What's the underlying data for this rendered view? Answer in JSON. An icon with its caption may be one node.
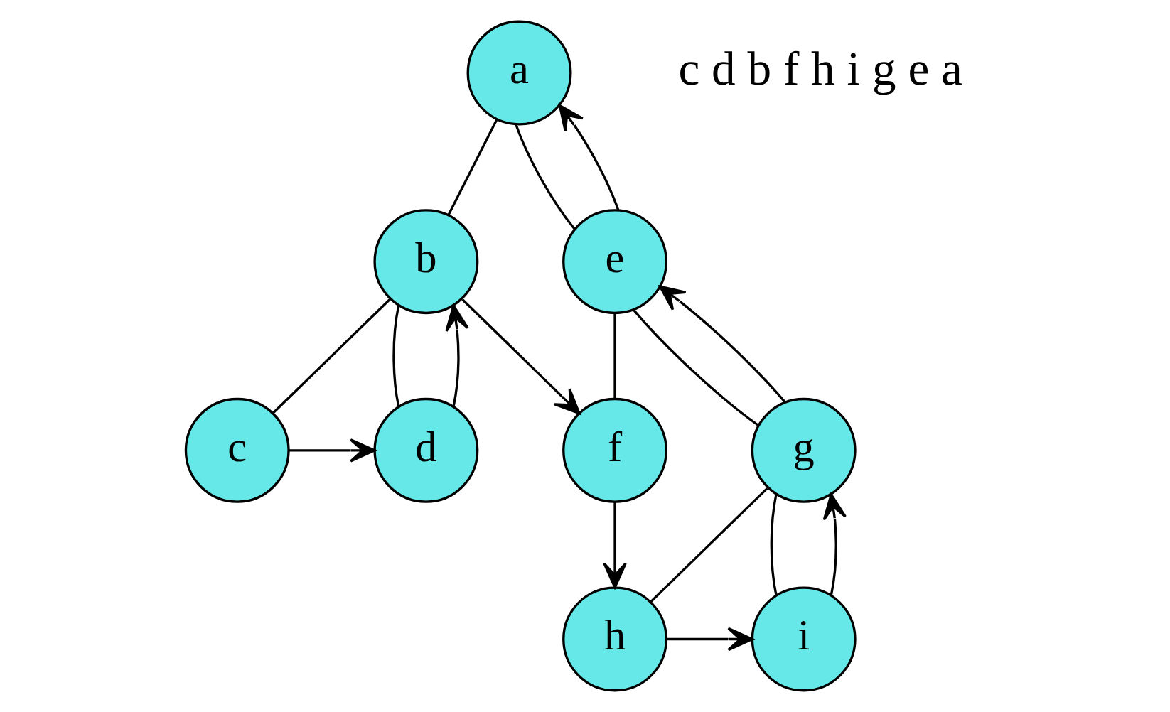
{
  "diagram": {
    "nodes": [
      {
        "text": [
          "a"
        ]
      },
      {
        "text": [
          "b"
        ]
      },
      {
        "text": [
          "e"
        ]
      },
      {
        "text": [
          "c"
        ]
      },
      {
        "text": [
          "d"
        ]
      },
      {
        "text": [
          "f"
        ]
      },
      {
        "text": [
          "g"
        ]
      },
      {
        "text": [
          "h"
        ]
      },
      {
        "text": [
          "i"
        ]
      }
    ],
    "edges": [
      {
        "from": 0,
        "to": 1,
        "arrow": "none"
      },
      {
        "from": 0,
        "to": 2,
        "arrow": "none"
      },
      {
        "from": 1,
        "to": 3,
        "arrow": "none"
      },
      {
        "from": 1,
        "to": 4,
        "arrow": "none"
      },
      {
        "from": 2,
        "to": 5,
        "arrow": "none"
      },
      {
        "from": 2,
        "to": 6,
        "arrow": "none"
      },
      {
        "from": 6,
        "to": 7,
        "arrow": "none"
      },
      {
        "from": 6,
        "to": 8,
        "arrow": "none"
      },
      {
        "from": 3,
        "to": 4,
        "arrow": "to"
      },
      {
        "from": 4,
        "to": 1,
        "arrow": "to"
      },
      {
        "from": 1,
        "to": 5,
        "arrow": "to"
      },
      {
        "from": 5,
        "to": 7,
        "arrow": "to"
      },
      {
        "from": 7,
        "to": 8,
        "arrow": "to"
      },
      {
        "from": 8,
        "to": 6,
        "arrow": "to"
      },
      {
        "from": 6,
        "to": 2,
        "arrow": "to"
      },
      {
        "from": 2,
        "to": 0,
        "arrow": "to"
      }
    ],
    "labels": [
      "c d b f h i g e a"
    ]
  }
}
